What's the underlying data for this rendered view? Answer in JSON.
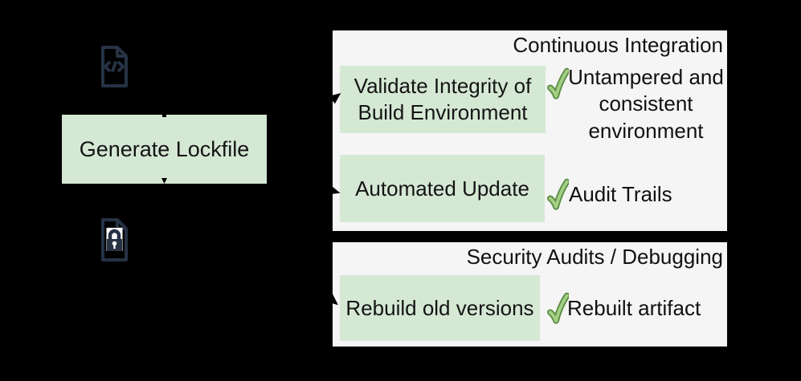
{
  "diagram": {
    "source": {
      "label": "Generate Lockfile"
    },
    "panels": [
      {
        "title": "Continuous Integration",
        "rows": [
          {
            "action": "Validate Integrity of Build Environment",
            "outcome": "Untampered and consistent environment"
          },
          {
            "action": "Automated Update",
            "outcome": "Audit Trails"
          }
        ]
      },
      {
        "title": "Security Audits / Debugging",
        "rows": [
          {
            "action": "Rebuild old versions",
            "outcome": "Rebuilt artifact"
          }
        ]
      }
    ],
    "icons": {
      "code_file": "code-file-icon",
      "lock_file": "lock-file-icon",
      "check": "check-icon",
      "arrowhead": "arrowhead-icon"
    },
    "colors": {
      "background": "#000000",
      "node_fill": "#d5e8d4",
      "panel_fill": "#f5f5f5",
      "panel_border": "#000000",
      "check_green": "#82b366",
      "check_green_dark": "#5d8f46",
      "icon_navy": "#263244",
      "text": "#111111"
    }
  }
}
